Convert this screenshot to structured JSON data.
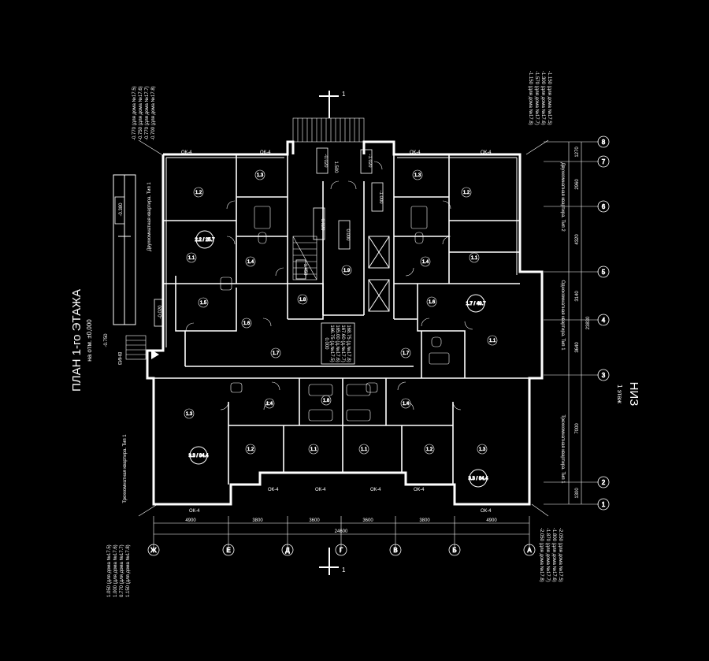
{
  "plan": {
    "title": "ПЛАН 1-го ЭТАЖА",
    "subtitle": "на отм. ±0,000",
    "footer_main": "НИЗ",
    "footer_sub": "1 этаж"
  },
  "section_mark": "1",
  "top_left_levels": [
    "-0.770 (для дома №17.5)",
    "-0.750 (для дома №17.6)",
    "-0.770 (для дома №17.7)",
    "-0.700 (для дома №17.8)"
  ],
  "top_right_levels": [
    "-1.150 (для дома №17.5)",
    "-1.300 (для дома №17.6)",
    "-1.570 (для дома №17.7)",
    "-1.150 (для дома №17.8)"
  ],
  "bottom_left_levels": [
    "1.050 (для дома №17.5)",
    "1.000 (для дома №17.6)",
    "0.770 (для дома №17.7)",
    "1.150 (для дома №17.8)"
  ],
  "bottom_right_levels": [
    "-2.050 (для дома №17.5)",
    "-1.800 (для дома №17.6)",
    "-1.870 (для дома №17.7)",
    "-2.050 (для дома №17.8)"
  ],
  "axis_letters": [
    "Ж",
    "Е",
    "Д",
    "Г",
    "В",
    "Б",
    "А"
  ],
  "axis_numbers": [
    "1",
    "2",
    "3",
    "4",
    "5",
    "6",
    "7",
    "8"
  ],
  "bottom_dims": [
    "4900",
    "3800",
    "3600",
    "3600",
    "3800",
    "4900"
  ],
  "bottom_total": "24600",
  "right_dims": [
    "1300",
    "7000",
    "3640",
    "3140",
    "4320",
    "2960",
    "1270"
  ],
  "right_total": "23830",
  "apartment_labels": {
    "two_room_1": "Двухкомнатная квартира. Тип 1",
    "two_room_2": "Двухкомнатная квартира. Тип 2",
    "one_room": "Однокомнатная квартира. Тип 1",
    "three_room_left": "Трехкомнатная квартира. Тип 1",
    "three_room_right": "Трехкомнатная квартира. Тип 1"
  },
  "levels": {
    "ramp": "-0.380",
    "entry": "-0.020",
    "entry2": "-0.750",
    "porch": "-0.020",
    "stair1": "-1.020",
    "stair2": "-1.000",
    "hall": "0.000",
    "lobby": "0.000",
    "lobby_l1": "166.75 (д.№17.5)",
    "lobby_l2": "165.00 (д.№17.6)",
    "lobby_l3": "167.60 (д.№17.7)",
    "lobby_l4": "168.75 (д.№17.8)",
    "step1": "1.500",
    "step2": "1.450",
    "stair_down": "ВНИЗ"
  },
  "rooms": {
    "r12a": "1.2",
    "r13a": "1.3",
    "r11a": "1.1",
    "r14a": "1.4",
    "r12b": "1.2",
    "r13b": "1.3",
    "r11b": "1.1",
    "r14b": "1.4",
    "r15": "1.5",
    "r16": "1.6",
    "r17": "1.7",
    "r18": "1.8",
    "r19": "1.9",
    "r11c": "1.1",
    "r12c": "1.2",
    "r13c": "1.3",
    "r14c": "1.4",
    "r11d": "1.1",
    "r12d": "1.2",
    "r13d": "1.3",
    "r14d": "1.4",
    "r16c": "1.6",
    "r17c": "1.7",
    "r18c": "1.8"
  },
  "area_circles": [
    "2.2 / 25.7",
    "1.7 / 49.7",
    "3.3 / 84.4",
    "3.3 / 84.4"
  ],
  "windows": "ОК-4"
}
